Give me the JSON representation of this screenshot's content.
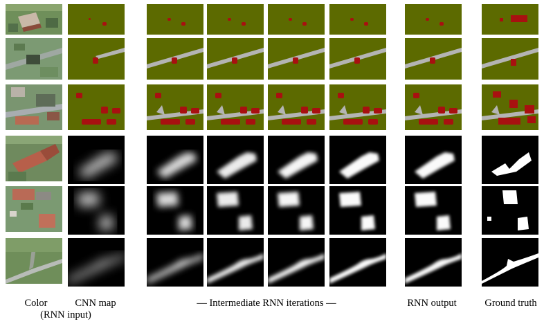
{
  "figure": {
    "captions": {
      "color": "Color",
      "color_sub": "(RNN input)",
      "cnn": "CNN map",
      "intermediate": "— Intermediate RNN iterations —",
      "rnn_output": "RNN output",
      "ground_truth": "Ground truth"
    },
    "columns": [
      "color",
      "cnn-map",
      "rnn-iter-1",
      "rnn-iter-2",
      "rnn-iter-3",
      "rnn-iter-4",
      "rnn-output",
      "ground-truth"
    ],
    "rows": [
      "row-1",
      "row-2",
      "row-3",
      "row-4",
      "row-5",
      "row-6"
    ],
    "row_kinds": [
      "class-map",
      "class-map",
      "class-map",
      "heatmap",
      "heatmap",
      "heatmap"
    ],
    "colors": {
      "background_class": "#5c6a00",
      "building_class": "#a81010",
      "road_class": "#b4b4b4",
      "heatmap_bg": "#000000",
      "heatmap_fg": "#ffffff"
    }
  }
}
